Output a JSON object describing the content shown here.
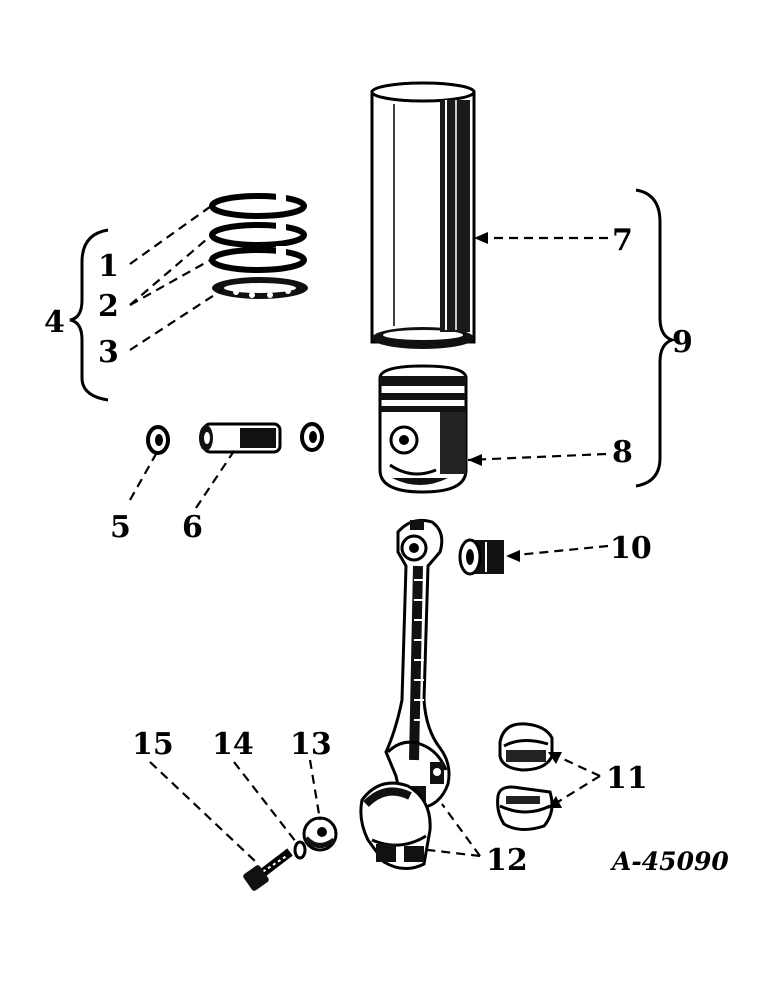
{
  "callouts": {
    "c1": "1",
    "c2": "2",
    "c3": "3",
    "c4": "4",
    "c5": "5",
    "c6": "6",
    "c7": "7",
    "c8": "8",
    "c9": "9",
    "c10": "10",
    "c11": "11",
    "c12": "12",
    "c13": "13",
    "c14": "14",
    "c15": "15"
  },
  "drawing_number": "A-45090"
}
